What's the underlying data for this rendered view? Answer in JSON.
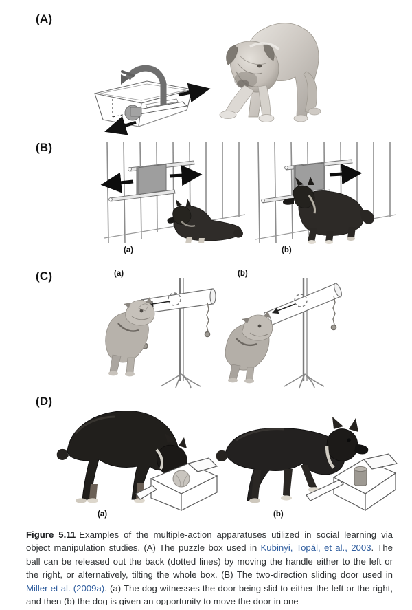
{
  "figure": {
    "number": "Figure 5.11",
    "panels": [
      {
        "id": "A",
        "label": "(A)",
        "subject": "puzzle-box-and-bullmastiff",
        "apparatus": "puzzle box (trapezoidal container with sliding handle bar and tilting lid)",
        "arrows": [
          "tilt-box-curved-arrow",
          "handle-left-arrow",
          "handle-right-arrow"
        ],
        "dog": "light-coloured bullmastiff looking down at the box",
        "sub_labels": []
      },
      {
        "id": "B",
        "label": "(B)",
        "subject": "two-direction-sliding-door",
        "apparatus": "fence panel with a grey sliding door running on two horizontal rails",
        "sub_labels": [
          {
            "label": "(a)",
            "arrows": [
              "door-left-arrow",
              "door-right-arrow"
            ],
            "dog": "black and tan shepherd sitting, watching the door"
          },
          {
            "label": "(b)",
            "arrows": [
              "door-right-arrow"
            ],
            "dog": "black and tan shepherd standing at the door, nose to the panel"
          }
        ]
      },
      {
        "id": "C",
        "label": "(C)",
        "subject": "horizontal-tube-apparatus",
        "apparatus": "horizontal transparent tube on a floor stand with two hanging chains and a ball inside",
        "sub_labels": [
          {
            "label": "(a)",
            "arrows": [
              "ball-travel-arrow"
            ],
            "dog": "bullmastiff pulling the left chain with a paw/mouth"
          },
          {
            "label": "(b)",
            "arrows": [
              "ball-travel-arrow"
            ],
            "dog": "bullmastiff pulling the left chain, tube tilted"
          }
        ]
      },
      {
        "id": "D",
        "label": "(D)",
        "subject": "open-box-with-ball",
        "apparatus": "open-topped box with a hinged lid containing a ball",
        "sub_labels": [
          {
            "label": "(a)",
            "dog": "black shepherd pushing its muzzle into the box"
          },
          {
            "label": "(b)",
            "dog": "black shepherd operating the box with a forepaw"
          }
        ]
      }
    ]
  },
  "caption": {
    "figure_number": "Figure 5.11",
    "segments": [
      {
        "type": "text",
        "text": "Examples of the multiple-action apparatuses utilized in social learning via object manipulation studies. (A) The puzzle box used in "
      },
      {
        "type": "cite",
        "text": "Kubinyi, Topál, et al., 2003"
      },
      {
        "type": "text",
        "text": ". The ball can be released out the back (dotted lines) by moving the handle either to the left or the right, or alternatively, tilting the whole box. (B) The two-direction sliding door used in "
      },
      {
        "type": "cite",
        "text": "Miller et al. (2009a)"
      },
      {
        "type": "text",
        "text": ". (a) The dog witnesses the door being slid to either the left or the right, and then (b) the dog is given an opportunity to move the door in one"
      }
    ],
    "full_text": "Figure 5.11  Examples of the multiple-action apparatuses utilized in social learning via object manipulation studies. (A) The puzzle box used in Kubinyi, Topál, et al., 2003. The ball can be released out the back (dotted lines) by moving the handle either to the left or the right, or alternatively, tilting the whole box. (B) The two-direction sliding door used in Miller et al. (2009a). (a) The dog witnesses the door being slid to either the left or the right, and then (b) the dog is given an opportunity to move the door in one"
  },
  "labels": {
    "panel_a": "(A)",
    "panel_b": "(B)",
    "panel_c": "(C)",
    "panel_d": "(D)",
    "sub_a": "(a)",
    "sub_b": "(b)"
  },
  "colors": {
    "background": "#ffffff",
    "ink": "#1b1d1f",
    "caption_text": "#2d3032",
    "citation_link": "#2f5d9e",
    "arrow_black": "#111111",
    "arrow_grey": "#6f6f6f",
    "door_grey": "#9b9b9b",
    "line_grey": "#5c5c5c"
  }
}
